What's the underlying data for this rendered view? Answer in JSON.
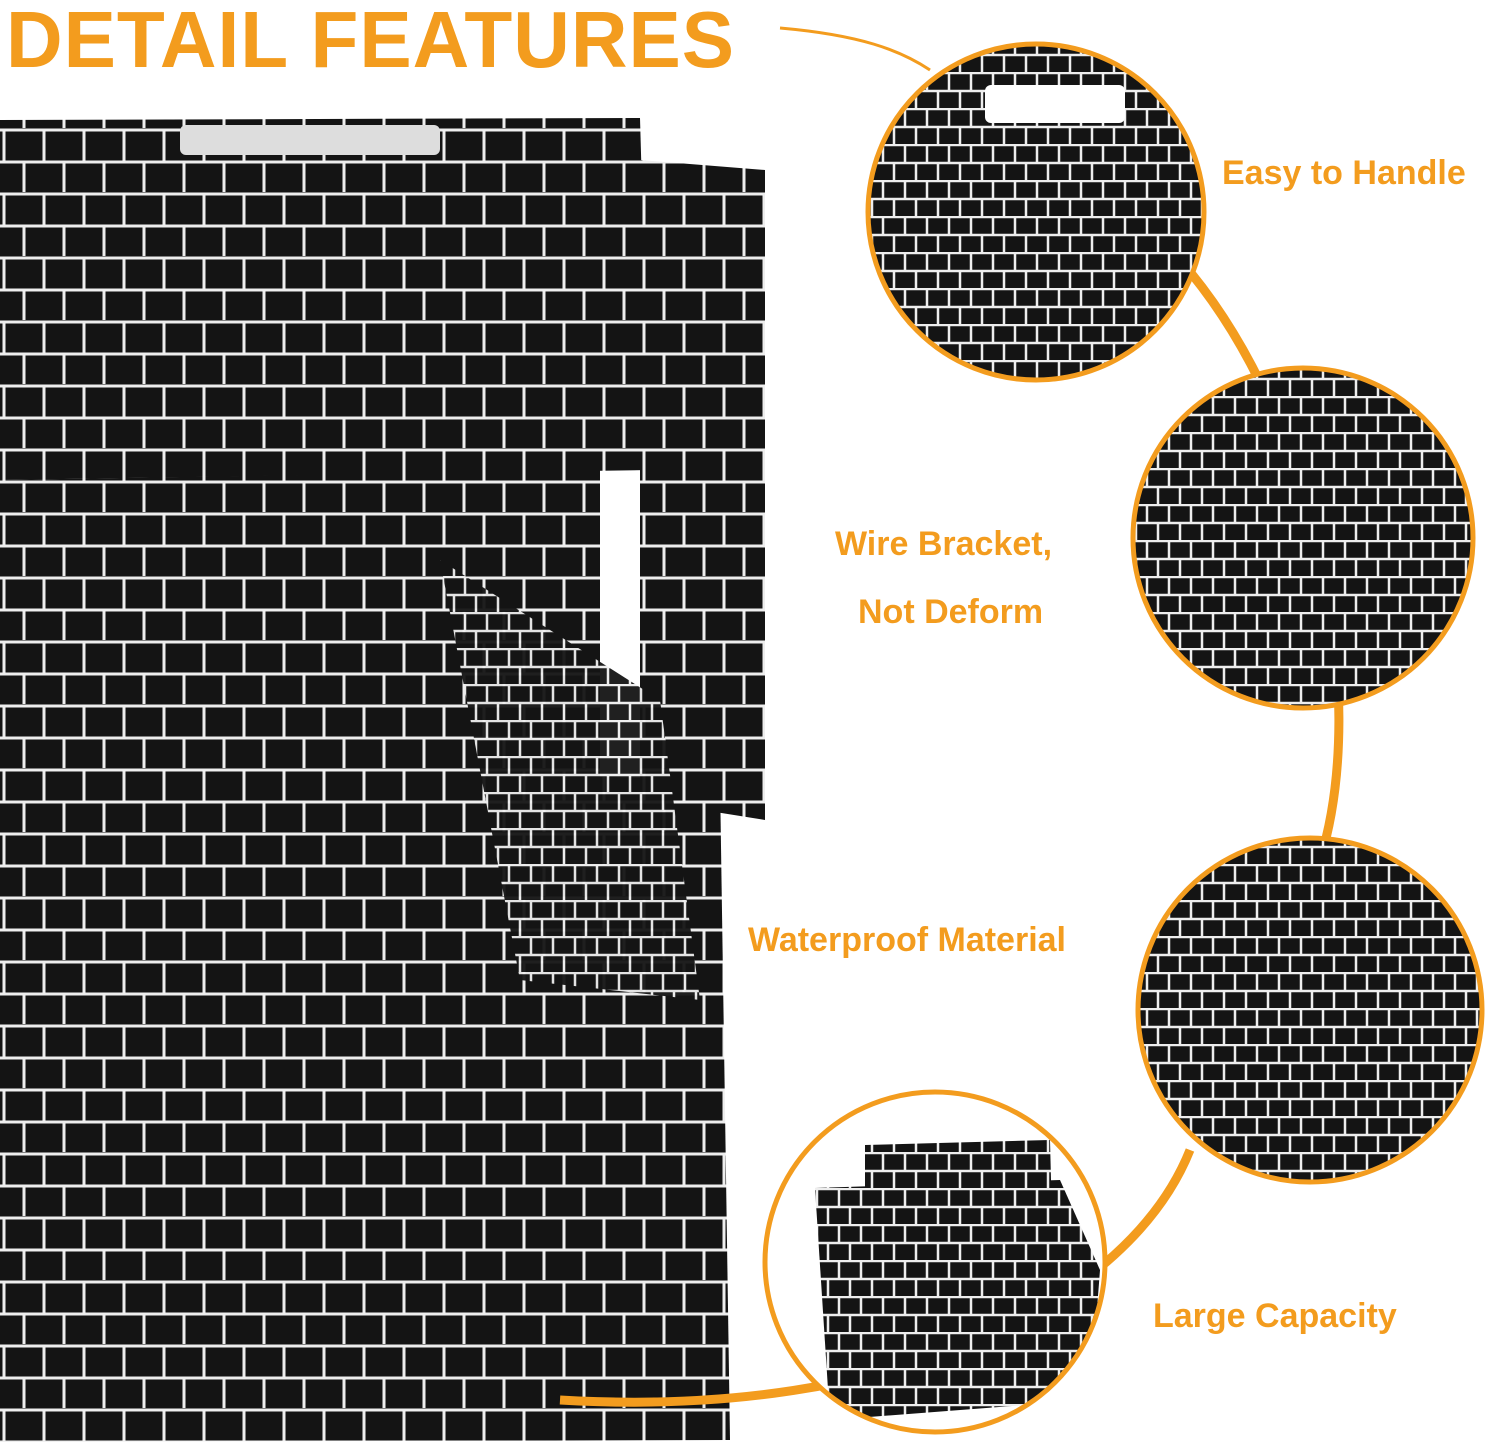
{
  "title": "DETAIL FEATURES",
  "features": [
    {
      "label": "Easy to Handle",
      "icon": "basket-handle-closeup"
    },
    {
      "label_line1": "Wire Bracket,",
      "label_line2": "Not Deform",
      "icon": "wire-bracket-closeup"
    },
    {
      "label": "Waterproof Material",
      "icon": "woven-material-closeup"
    },
    {
      "label": "Large Capacity",
      "icon": "basket-set-closeup"
    }
  ],
  "colors": {
    "accent": "#f39c1e",
    "basket": "#141414",
    "stitch": "#f2f2f2"
  }
}
